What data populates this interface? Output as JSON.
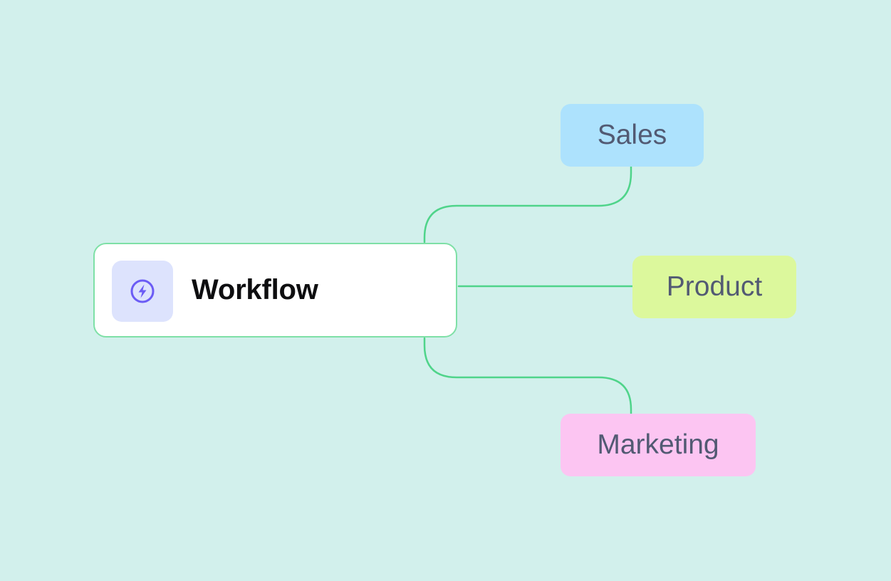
{
  "root": {
    "title": "Workflow",
    "icon": "lightning-bolt-icon"
  },
  "branches": [
    {
      "label": "Sales",
      "color": "#ade2fd"
    },
    {
      "label": "Product",
      "color": "#dcf89c"
    },
    {
      "label": "Marketing",
      "color": "#fcc5f2"
    }
  ],
  "colors": {
    "background": "#d2f0ec",
    "connector": "#4fd48a",
    "root_border": "#7ee0a6",
    "icon_tile": "#dde3fd",
    "icon": "#6b5cf5",
    "branch_text": "#525a73"
  }
}
